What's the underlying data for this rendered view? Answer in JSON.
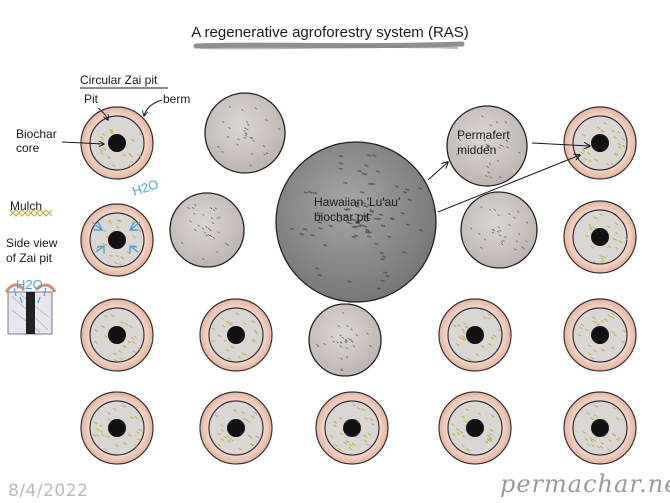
{
  "title": "A regenerative agroforestry system (RAS)",
  "legend": {
    "circular_zai_pit": "Circular Zai pit",
    "pit": "Pit",
    "berm": "berm",
    "biochar_core_line1": "Biochar",
    "biochar_core_line2": "core",
    "mulch": "Mulch",
    "side_view_line1": "Side view",
    "side_view_line2": "of Zai pit",
    "water_label": "H2O",
    "water_label_side": "H2O"
  },
  "centre": {
    "luau_line1": "Hawaiian 'Lu'au'",
    "luau_line2": "biochar pit",
    "midden_line1": "Permafert",
    "midden_line2": "midden"
  },
  "footer": {
    "date": "8/4/2022",
    "brand": "permachar.net"
  },
  "colors": {
    "berm": "#f3cfc0",
    "berm_edge": "#c98f78",
    "pit": "#d9d6d3",
    "core": "#111111",
    "mulch": "#c8b340",
    "water": "#4aa3df",
    "pile": "#cdc7c4",
    "luau": "#8f8f8f"
  }
}
